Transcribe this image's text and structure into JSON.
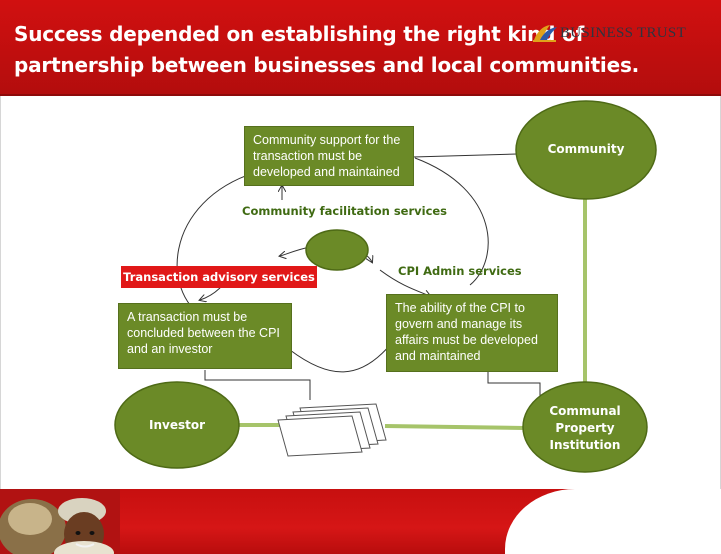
{
  "header": {
    "title": "Success depended on establishing the right kind of partnership between businesses and local communities."
  },
  "diagram": {
    "boxes": {
      "community_support": "Community support for the transaction must be developed and maintained",
      "transaction": "A transaction must be concluded between the CPI and an investor",
      "cpi_ability": "The ability of the CPI to govern and manage its affairs must be developed and maintained"
    },
    "ellipses": {
      "community": "Community",
      "investor": "Investor",
      "cpi": "Communal Property Institution"
    },
    "labels": {
      "community_facilitation": "Community facilitation services",
      "cpi_admin": "CPI Admin services",
      "transaction_advisory": "Transaction advisory services"
    }
  },
  "footer": {
    "brand": "BUSINESS TRUST"
  },
  "colors": {
    "header_red": "#c41010",
    "box_green": "#6b8a27",
    "label_green": "#3f6a12",
    "connector_green": "#a6c46a",
    "advisory_red": "#e11818"
  }
}
